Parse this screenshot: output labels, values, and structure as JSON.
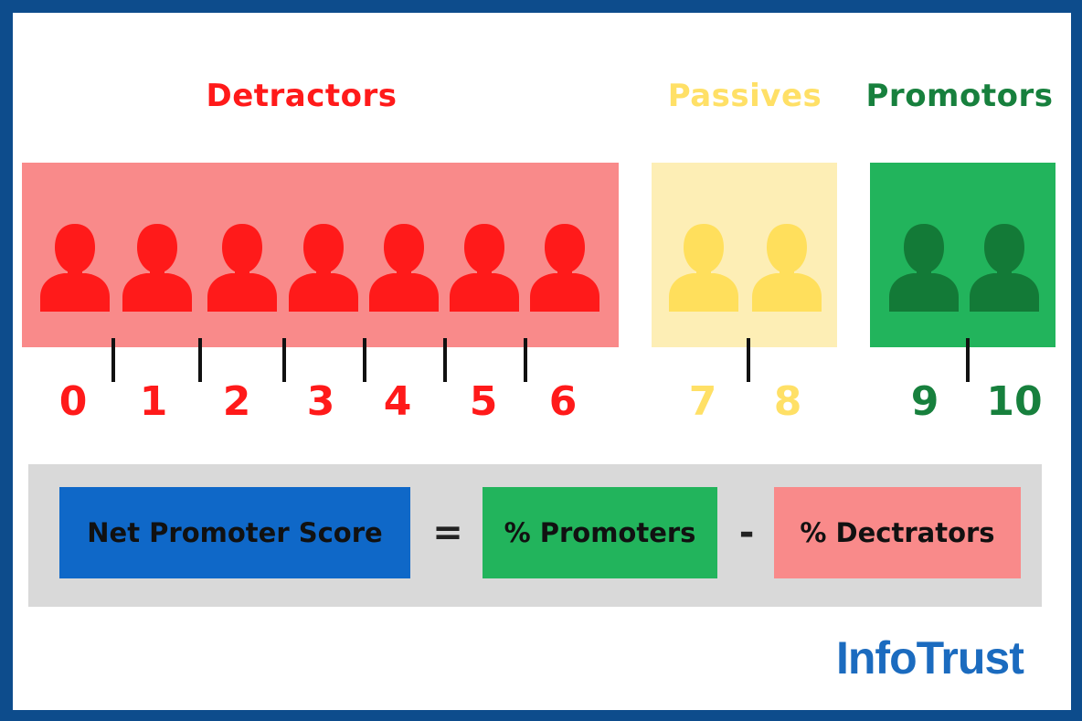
{
  "groups": {
    "detractors": {
      "title": "Detractors",
      "color": "#ff1a1a",
      "panel_color": "#f98a8a",
      "icon_color": "#ff1a1a",
      "scores": [
        "0",
        "1",
        "2",
        "3",
        "4",
        "5",
        "6"
      ]
    },
    "passives": {
      "title": "Passives",
      "color": "#ffe066",
      "panel_color": "#fdeeb5",
      "icon_color": "#ffdf5c",
      "scores": [
        "7",
        "8"
      ]
    },
    "promotors": {
      "title": "Promotors",
      "color": "#17803d",
      "panel_color": "#22b45c",
      "icon_color": "#137a37",
      "scores": [
        "9",
        "10"
      ]
    }
  },
  "icons": {
    "person": "person-icon"
  },
  "formula": {
    "left": "Net Promoter Score",
    "equals": "=",
    "promoters": "% Promoters",
    "minus": "-",
    "detractors": "% Dectrators",
    "colors": {
      "left_bg": "#0f68c8",
      "promoters_bg": "#22b45c",
      "detractors_bg": "#f98a8a",
      "panel_bg": "#d9d9d9"
    }
  },
  "logo": {
    "text_a": "Info",
    "text_b": "Trust",
    "color": "#1b6bbf"
  }
}
